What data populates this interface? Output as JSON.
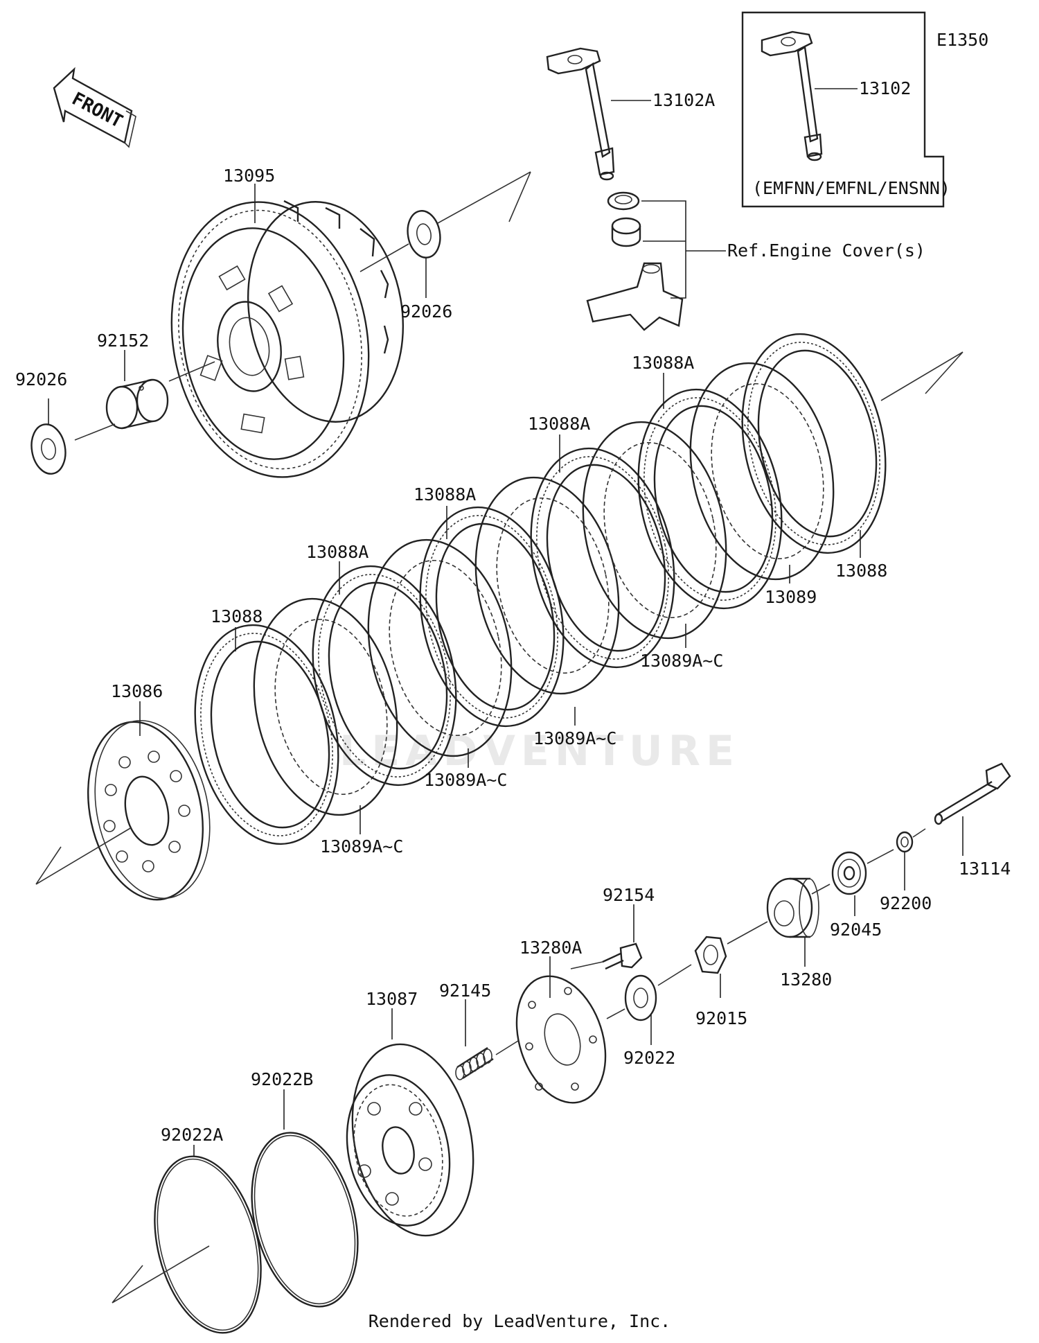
{
  "diagram": {
    "code": "E1350",
    "front_label": "FRONT",
    "variant_note": "(EMFNN/EMFNL/ENSNN)",
    "ref_note": "Ref.Engine Cover(s)",
    "watermark": "LEADVENTURE",
    "footer": "Rendered by LeadVenture, Inc.",
    "labels": {
      "p13102A": "13102A",
      "p13102": "13102",
      "p13095": "13095",
      "p92026_top": "92026",
      "p92152": "92152",
      "p92026_left": "92026",
      "p13088A_1": "13088A",
      "p13088A_2": "13088A",
      "p13088A_3": "13088A",
      "p13088A_4": "13088A",
      "p13088_left": "13088",
      "p13088_right": "13088",
      "p13089": "13089",
      "p13089AC_1": "13089A~C",
      "p13089AC_2": "13089A~C",
      "p13089AC_3": "13089A~C",
      "p13089AC_4": "13089A~C",
      "p13086": "13086",
      "p13114": "13114",
      "p92200": "92200",
      "p92045": "92045",
      "p13280": "13280",
      "p92015": "92015",
      "p92154": "92154",
      "p13280A": "13280A",
      "p92022": "92022",
      "p92145": "92145",
      "p13087": "13087",
      "p92022B": "92022B",
      "p92022A": "92022A"
    }
  }
}
